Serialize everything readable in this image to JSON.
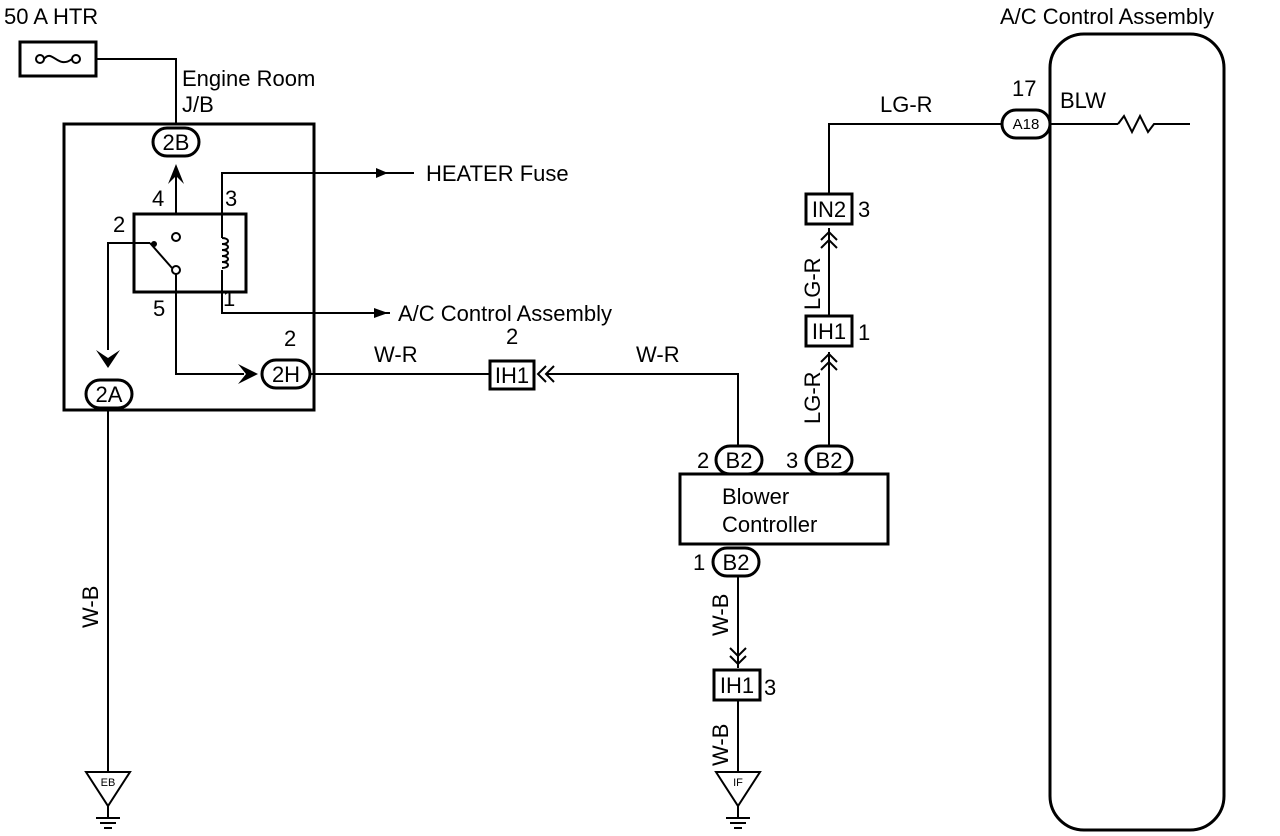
{
  "components": {
    "fuse_htr": "50 A HTR",
    "engine_room_jb_line1": "Engine Room",
    "engine_room_jb_line2": "J/B",
    "heater_fuse": "HEATER Fuse",
    "ac_control_arrow": "A/C Control Assembly",
    "ac_control_title": "A/C Control Assembly",
    "blower_line1": "Blower",
    "blower_line2": "Controller",
    "blw_terminal": "BLW"
  },
  "connectors": {
    "c2b": "2B",
    "c2a": "2A",
    "c2h": "2H",
    "ih1_a": "IH1",
    "ih1_b": "IH1",
    "ih1_c": "IH1",
    "in2": "IN2",
    "b2_left": "B2",
    "b2_right": "B2",
    "b2_bottom": "B2",
    "a18": "A18"
  },
  "pins": {
    "relay_4": "4",
    "relay_3": "3",
    "relay_2": "2",
    "relay_5": "5",
    "relay_1": "1",
    "c2h_pin": "2",
    "ih1_a_pin": "2",
    "in2_pin": "3",
    "ih1_b_pin": "1",
    "b2_left_pin": "2",
    "b2_right_pin": "3",
    "b2_bottom_pin": "1",
    "ih1_c_pin": "3",
    "a18_pin": "17"
  },
  "wires": {
    "w_r_left": "W-R",
    "w_r_right": "W-R",
    "lg_r_top": "LG-R",
    "lg_r_mid": "LG-R",
    "lg_r_low": "LG-R",
    "w_b_left": "W-B",
    "w_b_mid": "W-B",
    "w_b_low": "W-B"
  },
  "grounds": {
    "eb": "EB",
    "if": "IF"
  }
}
